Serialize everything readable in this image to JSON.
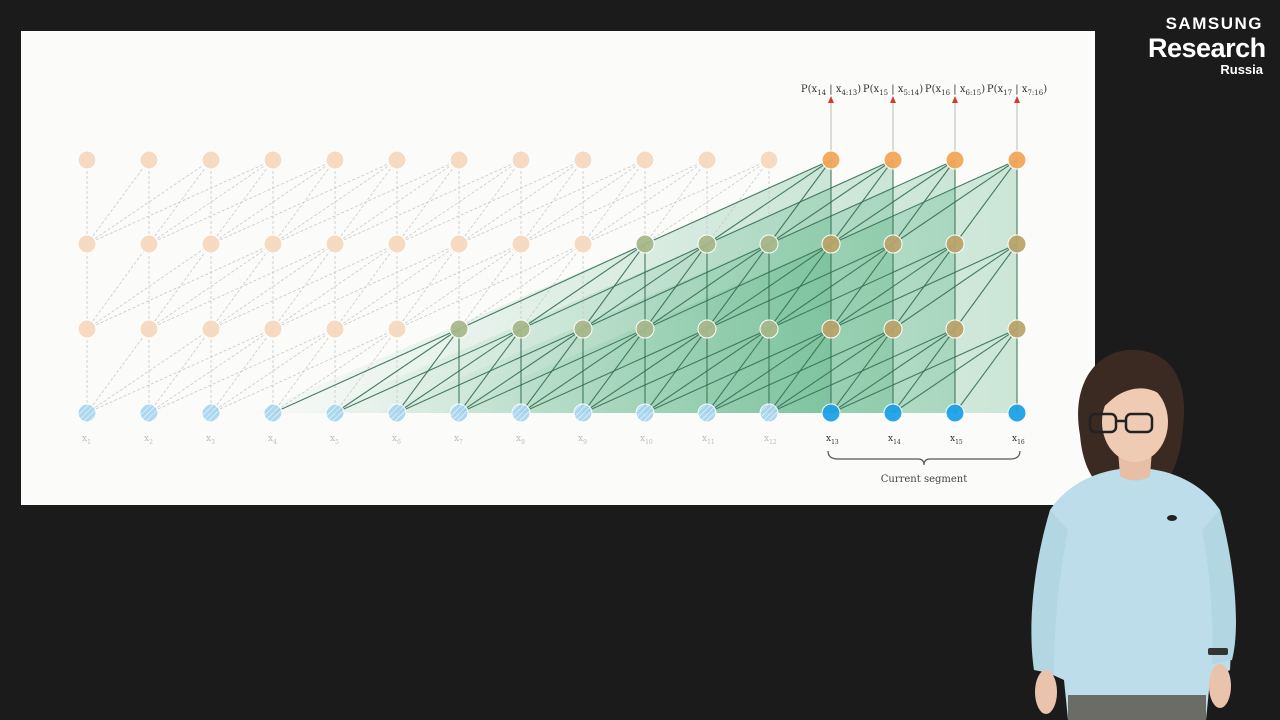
{
  "logo": {
    "brand": "SAMSUNG",
    "product": "Research",
    "region": "Russia"
  },
  "diagram": {
    "input_labels": [
      "1",
      "2",
      "3",
      "4",
      "5",
      "6",
      "7",
      "8",
      "9",
      "10",
      "11",
      "12",
      "13",
      "14",
      "15",
      "16"
    ],
    "output_labels": [
      {
        "main": "P(x",
        "sub": "14",
        "sep": " | x",
        "cond": "4:13",
        "close": ")"
      },
      {
        "main": "P(x",
        "sub": "15",
        "sep": " | x",
        "cond": "5:14",
        "close": ")"
      },
      {
        "main": "P(x",
        "sub": "16",
        "sep": " | x",
        "cond": "6:15",
        "close": ")"
      },
      {
        "main": "P(x",
        "sub": "17",
        "sep": " | x",
        "cond": "7:16",
        "close": ")"
      }
    ],
    "segment_label": "Current segment",
    "num_layers": 4,
    "num_positions": 16,
    "current_segment_start": 13,
    "colors": {
      "faded_node": "#f5d9bf",
      "active_node": "#f2a65a",
      "input_faded": "#a9d6ef",
      "input_active": "#1ea1e6",
      "edge_faded": "#c9c9c9",
      "edge_active": "#2d6b4c",
      "cone": "#1f9a5a"
    }
  }
}
